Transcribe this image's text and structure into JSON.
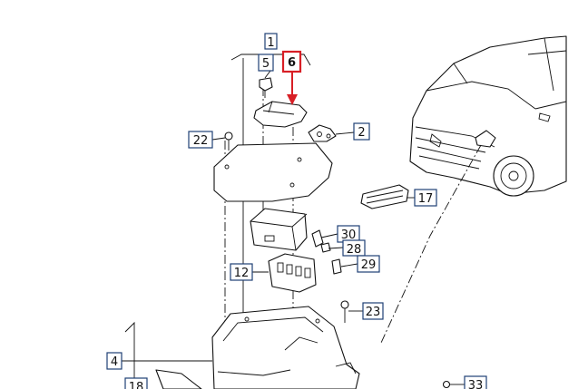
{
  "colors": {
    "highlight": "#d81f26",
    "callout_border": "#1f3f75",
    "line": "#111111"
  },
  "callouts": [
    {
      "id": "1",
      "label": "1"
    },
    {
      "id": "5",
      "label": "5"
    },
    {
      "id": "6",
      "label": "6",
      "highlighted": true
    },
    {
      "id": "2",
      "label": "2"
    },
    {
      "id": "22",
      "label": "22"
    },
    {
      "id": "17",
      "label": "17"
    },
    {
      "id": "30",
      "label": "30"
    },
    {
      "id": "28",
      "label": "28"
    },
    {
      "id": "29",
      "label": "29"
    },
    {
      "id": "12",
      "label": "12"
    },
    {
      "id": "23",
      "label": "23"
    },
    {
      "id": "4",
      "label": "4"
    },
    {
      "id": "18",
      "label": "18"
    },
    {
      "id": "33",
      "label": "33"
    }
  ]
}
